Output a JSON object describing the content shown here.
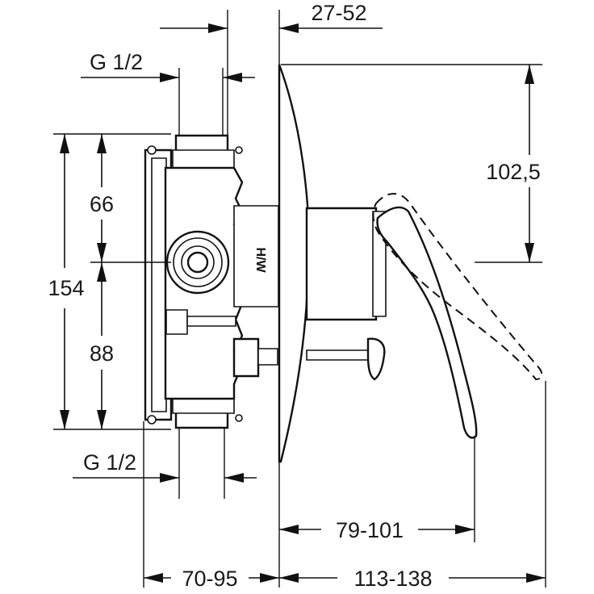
{
  "dimensions": {
    "top_depth": "27-52",
    "top_thread": "G 1/2",
    "height_upper": "66",
    "height_total": "154",
    "height_lower": "88",
    "lever_height": "102,5",
    "bottom_thread": "G 1/2",
    "lever_reach": "79-101",
    "body_depth": "70-95",
    "total_reach": "113-138"
  },
  "body_label": "H/W"
}
